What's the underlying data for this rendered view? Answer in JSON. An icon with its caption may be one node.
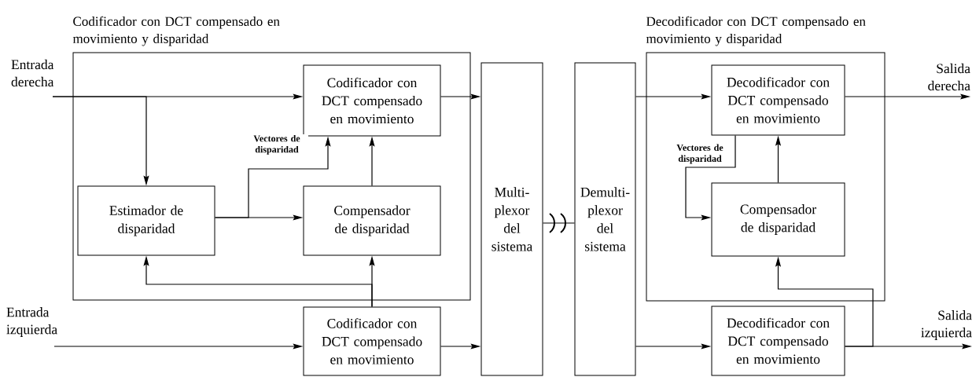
{
  "diagram": {
    "nodes": [
      {
        "text": [
          "Codificador con DCT compensado en movimiento y disparidad"
        ]
      },
      {
        "text": [
          "Codificador con DCT compensado en movimiento"
        ],
        "in": 0
      },
      {
        "text": [
          "Estimador de disparidad"
        ],
        "in": 0
      },
      {
        "text": [
          "Compensador de disparidad"
        ],
        "in": 0
      },
      {
        "text": [
          "Codificador con DCT compensado en movimiento"
        ]
      },
      {
        "text": [
          "Multi-plexor del sistema"
        ]
      },
      {
        "text": [
          "Demulti-plexor del sistema"
        ]
      },
      {
        "text": [
          "Decodificador con DCT compensado en movimiento y disparidad"
        ]
      },
      {
        "text": [
          "Decodificador con DCT compensado en movimiento"
        ],
        "in": 7
      },
      {
        "text": [
          "Compensador de disparidad"
        ],
        "in": 7
      },
      {
        "text": [
          "Decodificador con DCT compensado en movimiento"
        ]
      },
      {
        "text": [
          "Entrada derecha"
        ]
      },
      {
        "text": [
          "Entrada izquierda"
        ]
      },
      {
        "text": [
          "Salida derecha"
        ]
      },
      {
        "text": [
          "Salida izquierda"
        ]
      }
    ],
    "edges": [
      {
        "from": 11,
        "to": 1,
        "arrow": "to"
      },
      {
        "from": 11,
        "to": 2,
        "arrow": "to"
      },
      {
        "from": 2,
        "to": 3,
        "arrow": "to"
      },
      {
        "from": 2,
        "to": 1,
        "arrow": "to",
        "label": "Vectores de disparidad"
      },
      {
        "from": 3,
        "to": 1,
        "arrow": "to"
      },
      {
        "from": 4,
        "to": 3,
        "arrow": "to"
      },
      {
        "from": 4,
        "to": 2,
        "arrow": "to"
      },
      {
        "from": 12,
        "to": 4,
        "arrow": "to"
      },
      {
        "from": 1,
        "to": 5,
        "arrow": "to"
      },
      {
        "from": 4,
        "to": 5,
        "arrow": "to"
      },
      {
        "from": 5,
        "to": 6,
        "arrow": "none"
      },
      {
        "from": 6,
        "to": 8,
        "arrow": "to"
      },
      {
        "from": 6,
        "to": 10,
        "arrow": "to"
      },
      {
        "from": 8,
        "to": 13,
        "arrow": "to"
      },
      {
        "from": 8,
        "to": 9,
        "arrow": "to",
        "label": "Vectores de disparidad"
      },
      {
        "from": 9,
        "to": 8,
        "arrow": "to"
      },
      {
        "from": 10,
        "to": 9,
        "arrow": "to"
      },
      {
        "from": 10,
        "to": 14,
        "arrow": "to"
      }
    ]
  }
}
